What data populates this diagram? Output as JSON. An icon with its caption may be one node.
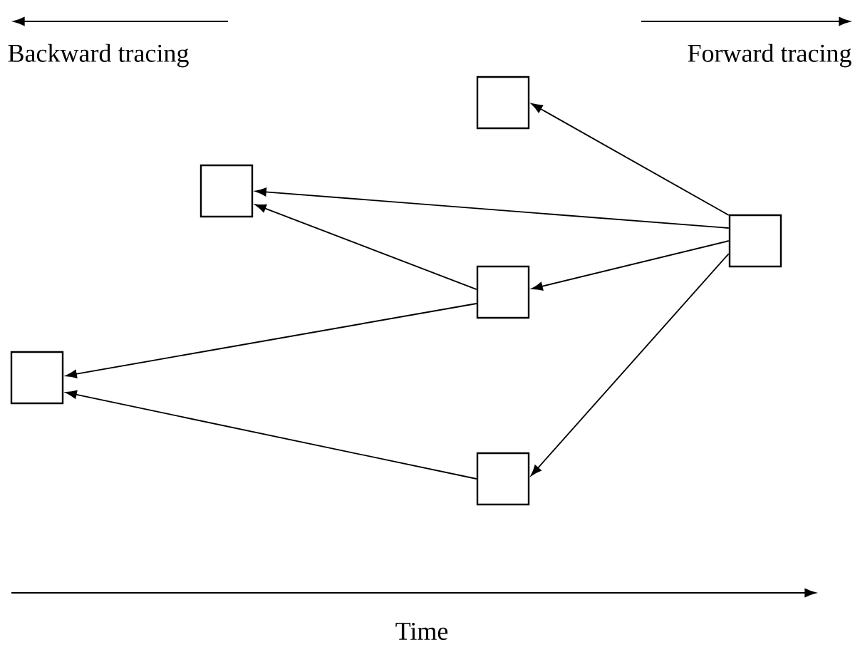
{
  "diagram": {
    "nodes": [
      {
        "text": [],
        "shape": "box"
      },
      {
        "text": [],
        "shape": "box"
      },
      {
        "text": [],
        "shape": "box"
      },
      {
        "text": [],
        "shape": "box"
      },
      {
        "text": [],
        "shape": "box"
      },
      {
        "text": [],
        "shape": "box"
      }
    ],
    "edges": [
      {
        "from": 2,
        "to": 0,
        "arrow": "to"
      },
      {
        "from": 2,
        "to": 1,
        "arrow": "to"
      },
      {
        "from": 2,
        "to": 3,
        "arrow": "to"
      },
      {
        "from": 2,
        "to": 5,
        "arrow": "to"
      },
      {
        "from": 3,
        "to": 1,
        "arrow": "to"
      },
      {
        "from": 3,
        "to": 4,
        "arrow": "to"
      },
      {
        "from": 5,
        "to": 4,
        "arrow": "to"
      }
    ],
    "labels": [
      "Backward tracing",
      "Forward tracing",
      "Time"
    ]
  }
}
